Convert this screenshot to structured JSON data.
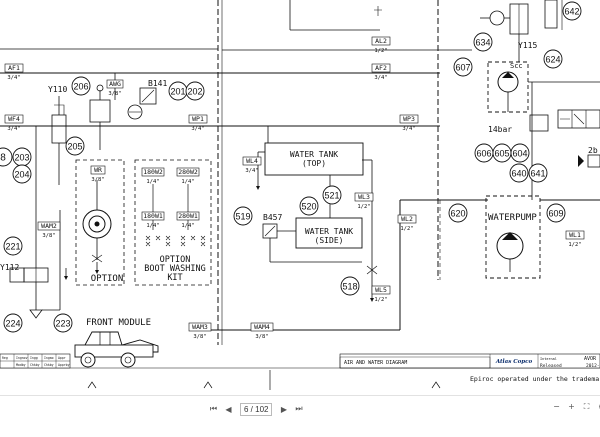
{
  "document": {
    "sheet_title": "AIR AND WATER DIAGRAM",
    "trademark_note": "Epiroc operated under the trademark",
    "company_logo": "Atlas Copco",
    "title_block": {
      "row1": [
        "Reg",
        "Ingnov",
        "Ingg",
        "Ingao",
        "Appr"
      ],
      "row2": [
        "Modby",
        "Chkby",
        "Chkby",
        "Apprby"
      ],
      "right_top": "AVOR",
      "right_mid": "Internal",
      "right_status": "Released",
      "right_date": "2012-"
    }
  },
  "labels": {
    "af1": "AF1",
    "af1_size": "3/4\"",
    "af2": "AF2",
    "af2_size": "3/4\"",
    "al2": "AL2",
    "al2_size": "1/2\"",
    "wp1": "WP1",
    "wp1_size": "3/4\"",
    "wp3": "WP3",
    "wp3_size": "3/4\"",
    "wf4": "WF4",
    "wf4_size": "3/4\"",
    "wl4": "WL4",
    "wl4_size": "3/4\"",
    "wl3": "WL3",
    "wl3_size": "1/2\"",
    "wl2": "WL2",
    "wl2_size": "1/2\"",
    "wl1": "WL1",
    "wl1_size": "1/2\"",
    "wl5": "WL5",
    "wl5_size": "1/2\"",
    "wr": "WR",
    "wr_size": "3/8\"",
    "wam2": "WAM2",
    "wam2_size": "3/8\"",
    "wam3": "WAM3",
    "wam3_size": "3/8\"",
    "wam4": "WAM4",
    "wam4_size": "3/8\"",
    "awg": "AWG",
    "awg_size": "3/8\"",
    "bw180_2": "180W2",
    "bw180_2_size": "1/4\"",
    "bw280_2": "280W2",
    "bw280_2_size": "1/4\"",
    "bw180_1": "180W1",
    "bw180_1_size": "1/4\"",
    "bw280_1": "280W1",
    "bw280_1_size": "1/4\"",
    "y110": "Y110",
    "y112": "Y112",
    "y115": "Y115",
    "b141": "B141",
    "b457": "B457",
    "pressure": "14bar",
    "scc": "Scc",
    "water_tank_top": "WATER TANK\n(TOP)",
    "water_tank_side": "WATER TANK\n(SIDE)",
    "water_pump": "WATERPUMP",
    "option": "OPTION",
    "boot_washing": "OPTION\nBOOT WASHING\nKIT",
    "front_module": "FRONT MODULE",
    "two_b": "2b"
  },
  "bubbles": [
    {
      "id": "206"
    },
    {
      "id": "201"
    },
    {
      "id": "202"
    },
    {
      "id": "205"
    },
    {
      "id": "203"
    },
    {
      "id": "204"
    },
    {
      "id": "8"
    },
    {
      "id": "221"
    },
    {
      "id": "224"
    },
    {
      "id": "223"
    },
    {
      "id": "521"
    },
    {
      "id": "520"
    },
    {
      "id": "519"
    },
    {
      "id": "518"
    },
    {
      "id": "620"
    },
    {
      "id": "609"
    },
    {
      "id": "607"
    },
    {
      "id": "624"
    },
    {
      "id": "634"
    },
    {
      "id": "642"
    },
    {
      "id": "606"
    },
    {
      "id": "605"
    },
    {
      "id": "604"
    },
    {
      "id": "640"
    },
    {
      "id": "641"
    }
  ],
  "viewer": {
    "current_page": "6",
    "page_count": "102",
    "page_display": "6 / 102",
    "first_icon": "first-page-icon",
    "prev_icon": "prev-page-icon",
    "next_icon": "next-page-icon",
    "last_icon": "last-page-icon"
  }
}
